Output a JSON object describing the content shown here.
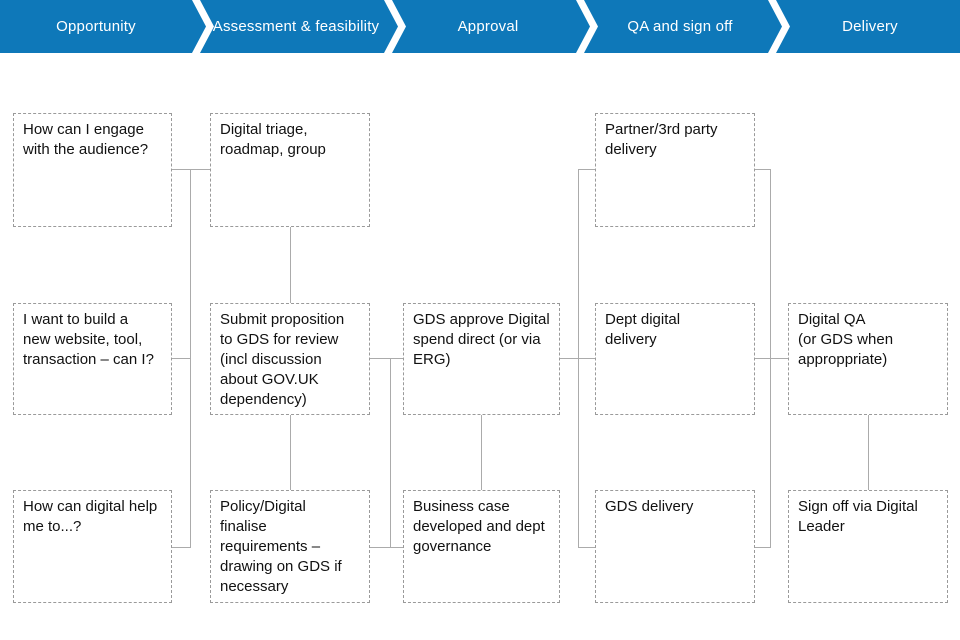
{
  "banner": {
    "color": "#0e78b9",
    "text_color": "#ffffff",
    "stages": [
      {
        "label": "Opportunity"
      },
      {
        "label": "Assessment & feasibility"
      },
      {
        "label": "Approval"
      },
      {
        "label": "QA and sign off"
      },
      {
        "label": "Delivery"
      }
    ]
  },
  "flowchart": {
    "border_color": "#9a9a9a",
    "connector_color": "#ababab",
    "text_color": "#111111",
    "boxes": [
      {
        "stage": "Opportunity",
        "text": "How can I engage\nwith the audience?"
      },
      {
        "stage": "Assessment & feasibility",
        "text": "Digital triage,\nroadmap, group"
      },
      {
        "stage": "QA and sign off",
        "text": "Partner/3rd party\ndelivery"
      },
      {
        "stage": "Opportunity",
        "text": "I want to build a\nnew website, tool,\ntransaction – can I?"
      },
      {
        "stage": "Assessment & feasibility",
        "text": "Submit proposition\nto GDS for review\n(incl discussion\nabout GOV.UK\ndependency)"
      },
      {
        "stage": "Approval",
        "text": "GDS approve Digital\nspend direct (or via\nERG)"
      },
      {
        "stage": "QA and sign off",
        "text": "Dept digital\ndelivery"
      },
      {
        "stage": "Delivery",
        "text": "Digital QA\n(or GDS when\napproppriate)"
      },
      {
        "stage": "Opportunity",
        "text": "How can digital help\nme to...?"
      },
      {
        "stage": "Assessment & feasibility",
        "text": "Policy/Digital\nfinalise\nrequirements –\ndrawing on GDS if\nnecessary"
      },
      {
        "stage": "Approval",
        "text": "Business case\ndeveloped and dept\ngovernance"
      },
      {
        "stage": "QA and sign off",
        "text": "GDS delivery"
      },
      {
        "stage": "Delivery",
        "text": "Sign off via Digital\nLeader"
      }
    ]
  }
}
